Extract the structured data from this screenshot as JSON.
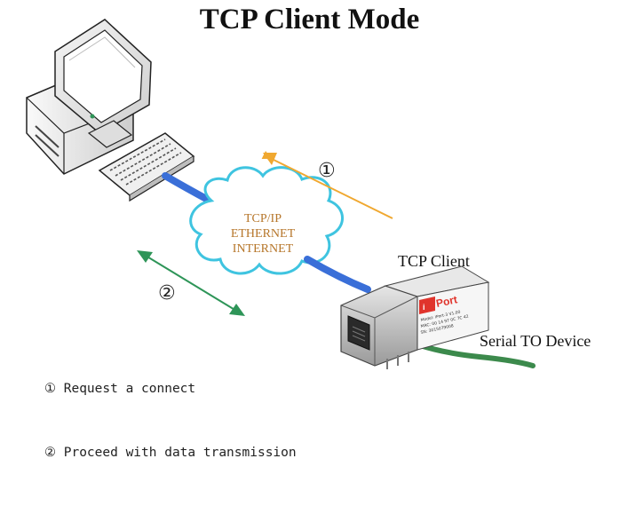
{
  "title": "TCP Client Mode",
  "cloud": {
    "lines": [
      "TCP/IP",
      "ETHERNET",
      "INTERNET"
    ]
  },
  "steps": {
    "one": "①",
    "two": "②"
  },
  "labels": {
    "tcp_client": "TCP Client",
    "serial": "Serial TO Device"
  },
  "device_label": {
    "brand": "Port",
    "lines": [
      "Model: iPort-3 V1.00",
      "MAC: 00 14 97 0C 7C 42",
      "SN: 3015079008"
    ]
  },
  "legend": [
    "① Request a connect",
    "② Proceed with data transmission"
  ],
  "colors": {
    "arrow_request": "#f0a830",
    "arrow_data": "#2e9558",
    "cable_blue": "#3a6fd8",
    "cable_green": "#3c8a4c",
    "cloud_stroke": "#3fc4e0",
    "cloud_text": "#b6762a"
  }
}
